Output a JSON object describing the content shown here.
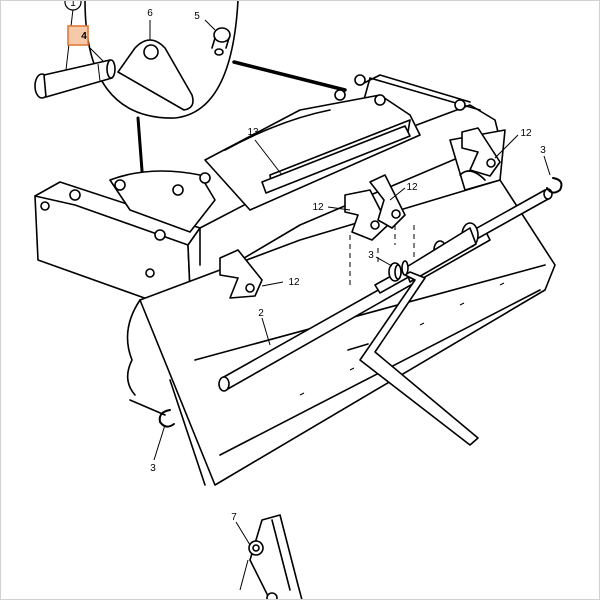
{
  "diagram": {
    "callouts": [
      {
        "id": "c1",
        "label": "1"
      },
      {
        "id": "c4",
        "label": "4",
        "highlighted": true
      },
      {
        "id": "c6",
        "label": "6"
      },
      {
        "id": "c5",
        "label": "5"
      },
      {
        "id": "c13",
        "label": "13"
      },
      {
        "id": "c12a",
        "label": "12"
      },
      {
        "id": "c3a",
        "label": "3"
      },
      {
        "id": "c12b",
        "label": "12"
      },
      {
        "id": "c12c",
        "label": "12"
      },
      {
        "id": "c3b",
        "label": "3"
      },
      {
        "id": "c12d",
        "label": "12"
      },
      {
        "id": "c2",
        "label": "2"
      },
      {
        "id": "c3c",
        "label": "3"
      },
      {
        "id": "c7",
        "label": "7"
      }
    ],
    "colors": {
      "line": "#000000",
      "background": "#ffffff",
      "highlight_fill": "#f6c9a8",
      "highlight_stroke": "#e07a3a"
    }
  }
}
